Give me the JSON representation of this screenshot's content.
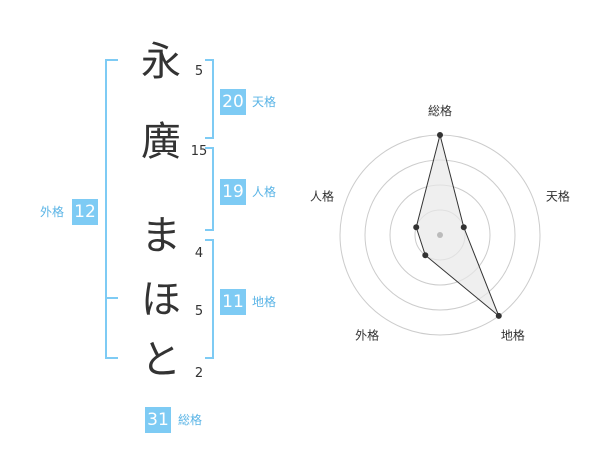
{
  "name": {
    "characters": [
      {
        "char": "永",
        "strokes": "5"
      },
      {
        "char": "廣",
        "strokes": "15"
      },
      {
        "char": "ま",
        "strokes": "4"
      },
      {
        "char": "ほ",
        "strokes": "5"
      },
      {
        "char": "と",
        "strokes": "2"
      }
    ]
  },
  "kaku": {
    "tenkaku": {
      "value": "20",
      "label": "天格"
    },
    "jinkaku": {
      "value": "19",
      "label": "人格"
    },
    "chikaku": {
      "value": "11",
      "label": "地格"
    },
    "gaikaku": {
      "value": "12",
      "label": "外格"
    },
    "soukaku": {
      "value": "31",
      "label": "総格"
    }
  },
  "chart_data": {
    "type": "radar",
    "axes": [
      "総格",
      "天格",
      "地格",
      "外格",
      "人格"
    ],
    "values": [
      4,
      1,
      4,
      1,
      1
    ],
    "rings": 4,
    "max": 4,
    "colors": {
      "fill": "#e8e8e8",
      "stroke": "#333333",
      "grid": "#cccccc",
      "bracket": "#7ecbf4"
    }
  }
}
